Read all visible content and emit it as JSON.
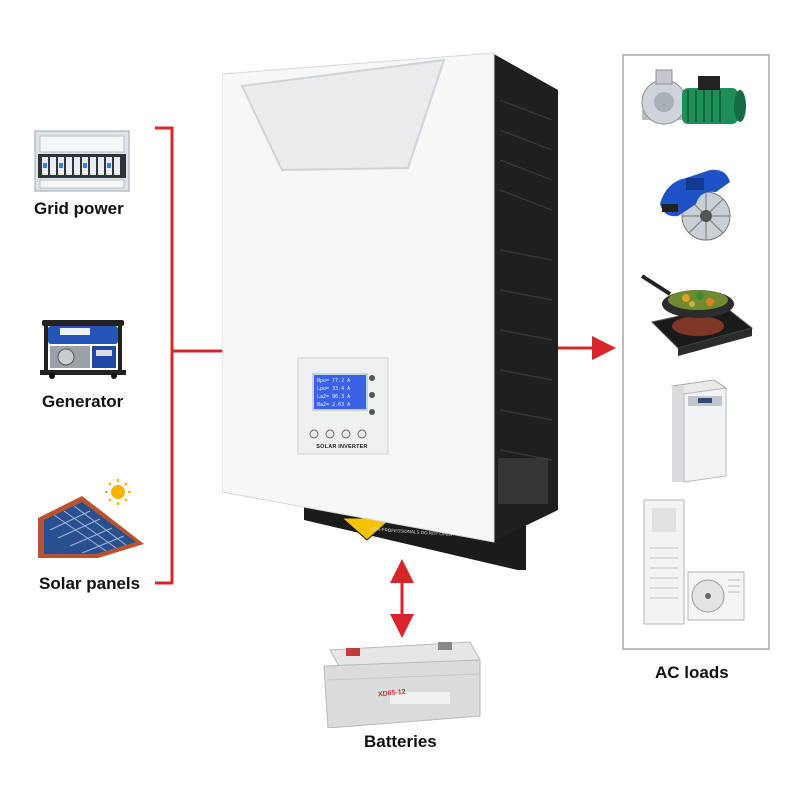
{
  "sources": [
    {
      "label": "Grid power",
      "icon": "breaker-panel-icon"
    },
    {
      "label": "Generator",
      "icon": "generator-icon"
    },
    {
      "label": "Solar panels",
      "icon": "solar-panel-icon"
    }
  ],
  "inverter": {
    "brand_text": "SOLAR INVERTER",
    "lcd_lines": [
      "Bpo= 77.2  A",
      "Lpo= 33.4  A",
      "La2= 96.3  A",
      "Ba2= 2.63  A"
    ],
    "warning_text": "NON-PROFESSIONALS DO NOT OPEN"
  },
  "battery": {
    "label": "Batteries",
    "model_text": "XD65-12"
  },
  "loads": {
    "label": "AC loads",
    "items": [
      {
        "icon": "water-pump-icon"
      },
      {
        "icon": "circular-saw-icon"
      },
      {
        "icon": "induction-cooker-icon"
      },
      {
        "icon": "washing-machine-icon"
      },
      {
        "icon": "air-conditioner-icon"
      }
    ]
  },
  "colors": {
    "connector": "#d7262a",
    "frame": "#bdbdbd",
    "lcd": "#3b62e6"
  }
}
